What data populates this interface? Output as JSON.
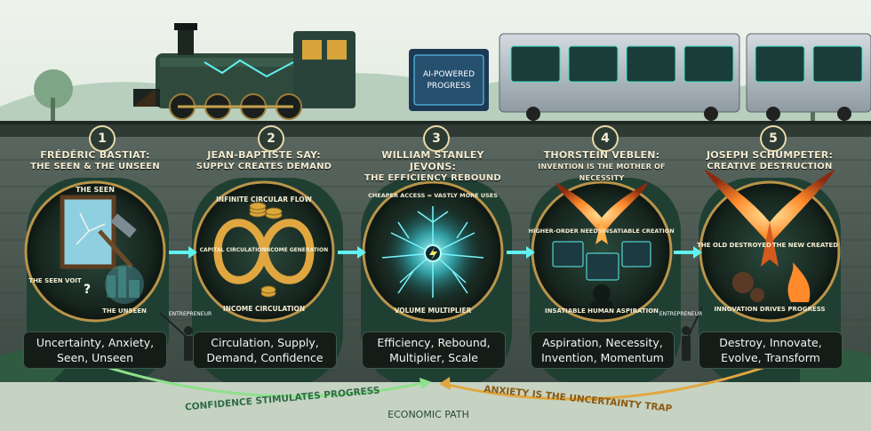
{
  "train": {
    "car_label_1": "AI-POWERED",
    "car_label_2": "PROGRESS"
  },
  "economists": [
    {
      "number": "1",
      "name": "FRÉDÉRIC BASTIAT:",
      "subtitle": "THE SEEN & THE UNSEEN",
      "keywords_1": "Uncertainty, Anxiety,",
      "keywords_2": "Seen, Unseen",
      "labels": [
        "THE SEEN",
        "THE SEEN VOIT",
        "?",
        "THE UNSEEN"
      ]
    },
    {
      "number": "2",
      "name": "JEAN-BAPTISTE SAY:",
      "subtitle": "SUPPLY CREATES DEMAND",
      "keywords_1": "Circulation, Supply,",
      "keywords_2": "Demand, Confidence",
      "labels": [
        "INFINITE CIRCULAR FLOW",
        "CAPITAL CIRCULATION",
        "INCOME GENERATION",
        "INCOME CIRCULATION"
      ]
    },
    {
      "number": "3",
      "name": "WILLIAM STANLEY JEVONS:",
      "subtitle": "THE EFFICIENCY REBOUND",
      "keywords_1": "Efficiency, Rebound,",
      "keywords_2": "Multiplier, Scale",
      "labels": [
        "CHEAPER ACCESS = VASTLY MORE USES",
        "VOLUME MULTIPLIER"
      ]
    },
    {
      "number": "4",
      "name": "THORSTEIN VEBLEN:",
      "subtitle": "INVENTION IS THE MOTHER OF NECESSITY",
      "keywords_1": "Aspiration, Necessity,",
      "keywords_2": "Invention, Momentum",
      "labels": [
        "HIGHER-ORDER NEEDS",
        "INSATIABLE CREATION",
        "INSATIABLE HUMAN ASPIRATION"
      ]
    },
    {
      "number": "5",
      "name": "JOSEPH SCHUMPETER:",
      "subtitle": "CREATIVE DESTRUCTION",
      "keywords_1": "Destroy, Innovate,",
      "keywords_2": "Evolve,  Transform",
      "labels": [
        "THE OLD DESTROYED",
        "THE NEW CREATED",
        "INNOVATION DRIVES PROGRESS"
      ]
    }
  ],
  "entrepreneur_label": "ENTREPRENEUR",
  "bottom": {
    "confidence": "CONFIDENCE STIMULATES PROGRESS",
    "anxiety": "ANXIETY IS THE UNCERTAINTY TRAP",
    "path": "ECONOMIC PATH"
  },
  "colors": {
    "rail_green": "#26483a",
    "stone": "#4f5b55",
    "cyan_glow": "#5ff2f0",
    "fire": "#ff8a2b",
    "sky": "#dbe8df"
  }
}
